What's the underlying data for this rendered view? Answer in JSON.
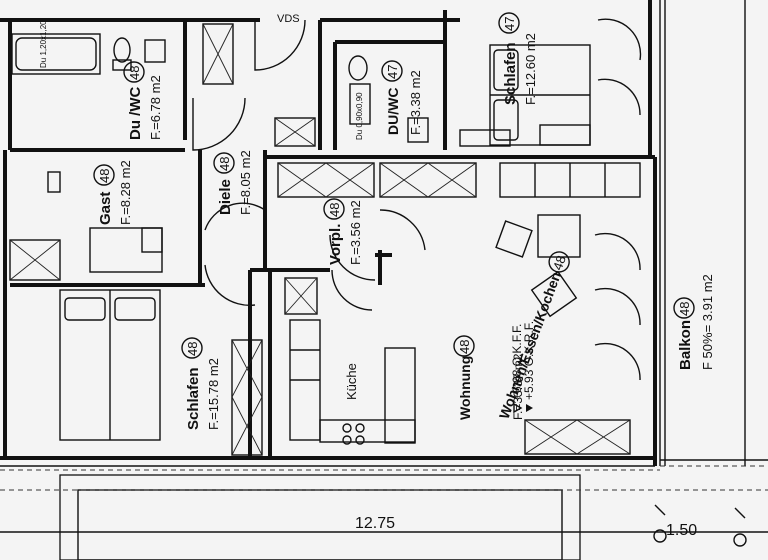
{
  "plan": {
    "rooms": [
      {
        "id": "duwc-48",
        "name": "Du /WC",
        "number": "48",
        "area": "F.=6.78 m2"
      },
      {
        "id": "duwc-47",
        "name": "DU/WC",
        "number": "47",
        "area": "F.=3.38 m2"
      },
      {
        "id": "schlafen-47",
        "name": "Schlafen",
        "number": "47",
        "area": "F.=12.60 m2"
      },
      {
        "id": "gast-48",
        "name": "Gast",
        "number": "48",
        "area": "F.=8.28 m2"
      },
      {
        "id": "diele-48",
        "name": "Diele",
        "number": "48",
        "area": "F.=8.05 m2"
      },
      {
        "id": "vorpl-48",
        "name": "Vorpl.",
        "number": "48",
        "area": "F.=3.56 m2"
      },
      {
        "id": "wohnen-48",
        "name": "Wohnen/Essen/Kochen",
        "number": "48",
        "area": ""
      },
      {
        "id": "schlafen-48",
        "name": "Schlafen",
        "number": "48",
        "area": "F.=15.78 m2"
      },
      {
        "id": "balkon-48",
        "name": "Balkon",
        "number": "48",
        "area": "F 50%= 3.91 m2"
      },
      {
        "id": "wohnung-48",
        "name": "Wohnung",
        "number": "48",
        "area": "F.=33.37 m2"
      }
    ],
    "labels": {
      "vds": "VDS",
      "kueche": "Küche",
      "tub": "Du 1,20x1,20",
      "shower47": "Du 0,90x0,90",
      "level_top": "+6.08 O.K.F.F.",
      "level_bottom": "+5.93 O.K.R.F."
    },
    "dimensions": {
      "width_main": "12.75",
      "width_balcony": "1.50"
    },
    "colors": {
      "ink": "#111111",
      "paper": "#f4f4f4"
    }
  }
}
